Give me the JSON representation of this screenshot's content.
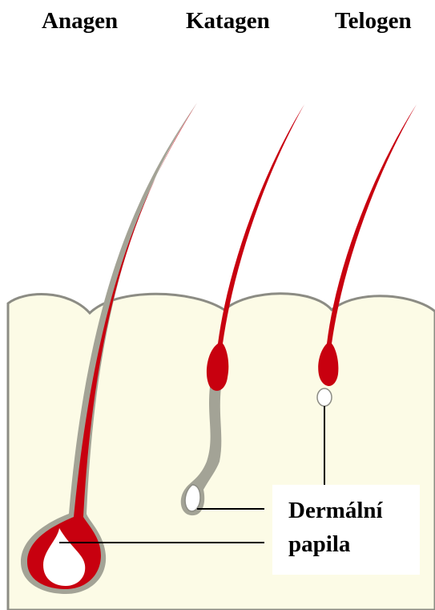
{
  "stages": {
    "anagen": "Anagen",
    "katagen": "Katagen",
    "telogen": "Telogen"
  },
  "callout": {
    "line1": "Dermální",
    "line2": "papila"
  },
  "colors": {
    "skin_fill": "#FCFBE6",
    "skin_outline": "#8C8C84",
    "hair": "#C8000F",
    "sheath": "#A3A396",
    "papilla": "#FFFFFF",
    "leader_line": "#000000"
  }
}
